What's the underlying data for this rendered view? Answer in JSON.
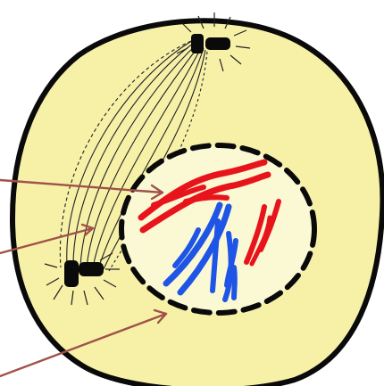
{
  "diagram": {
    "subject": "cell-prophase",
    "colors": {
      "cell_fill": "#f7f1a8",
      "nucleus_fill": "#fbf8d4",
      "outline": "#0a0a0a",
      "red_chromosome": "#e8141b",
      "blue_chromosome": "#1f55e6",
      "pointer_arrow": "#a0524a",
      "spindle_fiber": "#222222"
    },
    "pointers": [
      {
        "target": "chromosome"
      },
      {
        "target": "spindle-fiber"
      },
      {
        "target": "nuclear-envelope"
      }
    ]
  }
}
